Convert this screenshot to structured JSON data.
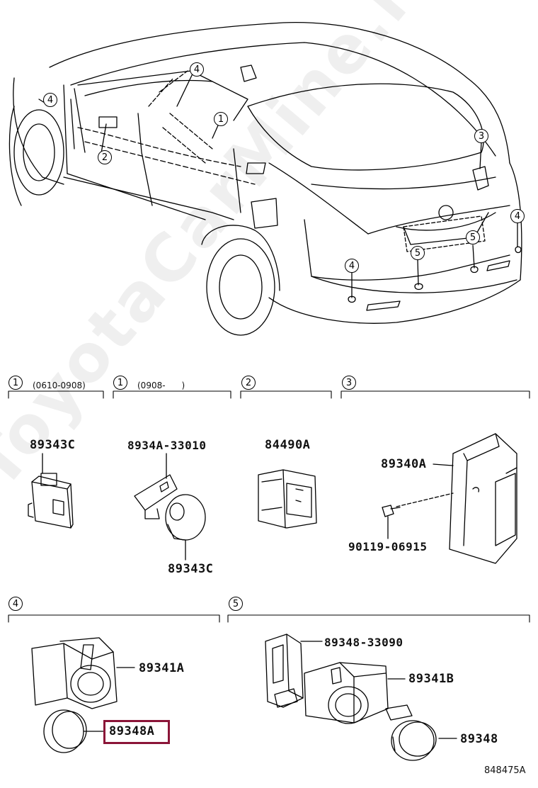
{
  "watermark": "ToyotaCarMine.ru",
  "overview": {
    "callouts": [
      {
        "id": "c-4a",
        "text": "4"
      },
      {
        "id": "c-4b",
        "text": "4"
      },
      {
        "id": "c-1",
        "text": "1"
      },
      {
        "id": "c-2",
        "text": "2"
      },
      {
        "id": "c-3",
        "text": "3"
      },
      {
        "id": "c-4c",
        "text": "4"
      },
      {
        "id": "c-5a",
        "text": "5"
      },
      {
        "id": "c-5b",
        "text": "5"
      },
      {
        "id": "c-4d",
        "text": "4"
      }
    ]
  },
  "sections": [
    {
      "num": "1",
      "note": "(0610-0908)"
    },
    {
      "num": "1",
      "note": "(0908-      )"
    },
    {
      "num": "2",
      "note": ""
    },
    {
      "num": "3",
      "note": ""
    },
    {
      "num": "4",
      "note": ""
    },
    {
      "num": "5",
      "note": ""
    }
  ],
  "parts": {
    "p1": "89343C",
    "p2": "8934A-33010",
    "p3": "89343C",
    "p4": "84490A",
    "p5": "89340A",
    "p6": "90119-06915",
    "p7": "89341A",
    "p8": "89348A",
    "p9": "89348-33090",
    "p10": "89341B",
    "p11": "89348"
  },
  "highlight": {
    "part": "89348A",
    "color": "#8b1538"
  },
  "figure_id": "848475A"
}
